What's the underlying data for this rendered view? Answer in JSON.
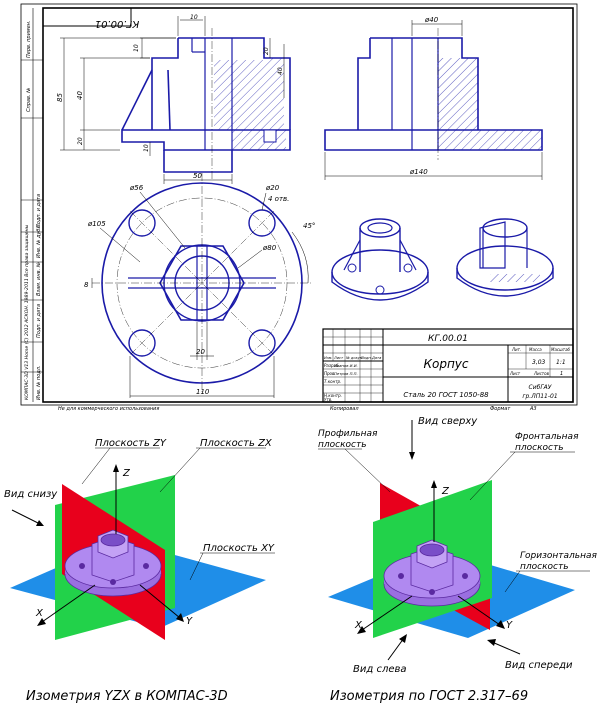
{
  "drawing": {
    "code_top": "КГ.00.01",
    "code_mirrored": "КГ.00.01",
    "side_labels": [
      "Перв. примен.",
      "Справ. №",
      "Подп. и дата",
      "Инв. № дубл.",
      "Взам. инв. №",
      "Подп. и дата",
      "Инв. № подл."
    ],
    "software_note": "КОМПАС-3D V13 Home (С) 2012 АСКОН. 1989-2011 Все права защищены",
    "license_note": "Не для коммерческого использования",
    "copied_label": "Копировал",
    "format_label": "Формат",
    "format_value": "A3",
    "dims": {
      "d10_top": "10",
      "d10_left": "10",
      "d20_right": "20",
      "d40_right": "40",
      "d85": "85",
      "d40_left": "40",
      "d20_left": "20",
      "d10_bottom": "10",
      "d50": "50",
      "phi40": "ø40",
      "phi140": "ø140",
      "phi56": "ø56",
      "phi20": "ø20",
      "holes": "4 отв.",
      "angle45": "45°",
      "phi105": "ø105",
      "phi80": "ø80",
      "d8": "8",
      "d20_plan": "20",
      "d110": "110"
    }
  },
  "title_block": {
    "designation": "КГ.00.01",
    "name": "Корпус",
    "material": "Сталь 20 ГОСТ 1050-88",
    "col_headers": [
      "Изм.",
      "Лист",
      "№ докум.",
      "Подп.",
      "Дата"
    ],
    "row_labels": [
      "Разраб.",
      "Пров.",
      "Т.контр.",
      "Н.контр.",
      "Утв."
    ],
    "developer": "Иванов И.И.",
    "checker": "Петров П.П.",
    "lit_label": "Лит.",
    "mass_label": "Масса",
    "scale_label": "Масштаб",
    "mass_value": "3,03",
    "scale_value": "1:1",
    "sheet_label": "Лист",
    "sheets_label": "Листов",
    "sheets_value": "1",
    "org_line1": "СибГАУ",
    "org_line2": "гр.ЛП11-01"
  },
  "left_iso": {
    "plane_zy": "Плоскость ZY",
    "plane_zx": "Плоскость ZX",
    "plane_xy": "Плоскость XY",
    "view_bottom": "Вид снизу",
    "axis_x": "X",
    "axis_y": "Y",
    "axis_z": "Z",
    "caption": "Изометрия YZX в КОМПАС-3D"
  },
  "right_iso": {
    "profile_plane_1": "Профильная",
    "profile_plane_2": "плоскость",
    "view_top": "Вид сверху",
    "frontal_plane_1": "Фронтальная",
    "frontal_plane_2": "плоскость",
    "horizontal_plane_1": "Горизонтальная",
    "horizontal_plane_2": "плоскость",
    "view_left": "Вид слева",
    "view_front": "Вид спереди",
    "axis_x": "X",
    "axis_y": "Y",
    "axis_z": "Z",
    "caption": "Изометрия по ГОСТ 2.317–69"
  },
  "colors": {
    "line": "#1a1aa8",
    "plane_red": "#e8001c",
    "plane_green": "#22d24a",
    "plane_blue": "#1f8ee8",
    "part_violet": "#b089f0"
  }
}
